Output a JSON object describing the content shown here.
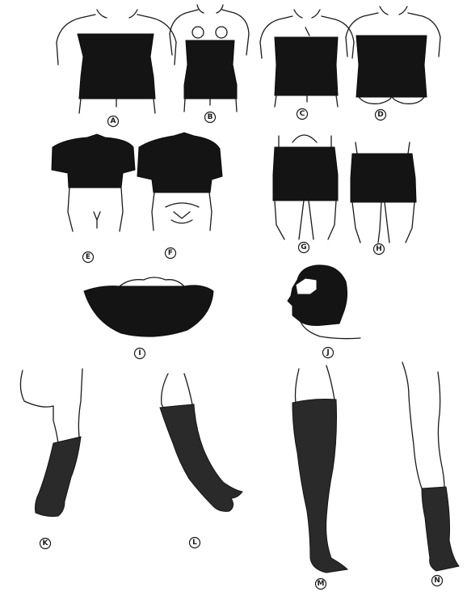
{
  "colors": {
    "ink": "#1a1a1a",
    "garment": "#141414",
    "background": "#ffffff"
  },
  "figures": [
    {
      "id": "A",
      "label": "A",
      "icon": "torso-front-garment-icon"
    },
    {
      "id": "B",
      "label": "B",
      "icon": "torso-front-female-garment-icon"
    },
    {
      "id": "C",
      "label": "C",
      "icon": "torso-front-garment-icon"
    },
    {
      "id": "D",
      "label": "D",
      "icon": "torso-back-garment-icon"
    },
    {
      "id": "E",
      "label": "E",
      "icon": "upper-torso-vest-front-icon"
    },
    {
      "id": "F",
      "label": "F",
      "icon": "upper-torso-vest-front-icon"
    },
    {
      "id": "G",
      "label": "G",
      "icon": "hip-girdle-back-icon"
    },
    {
      "id": "H",
      "label": "H",
      "icon": "hip-girdle-front-icon"
    },
    {
      "id": "I",
      "label": "I",
      "icon": "chin-neck-strap-icon"
    },
    {
      "id": "J",
      "label": "J",
      "icon": "head-hood-profile-icon"
    },
    {
      "id": "K",
      "label": "K",
      "icon": "forearm-sleeve-icon"
    },
    {
      "id": "L",
      "label": "L",
      "icon": "full-arm-sleeve-icon"
    },
    {
      "id": "M",
      "label": "M",
      "icon": "full-leg-stocking-icon"
    },
    {
      "id": "N",
      "label": "N",
      "icon": "below-knee-stocking-icon"
    }
  ]
}
